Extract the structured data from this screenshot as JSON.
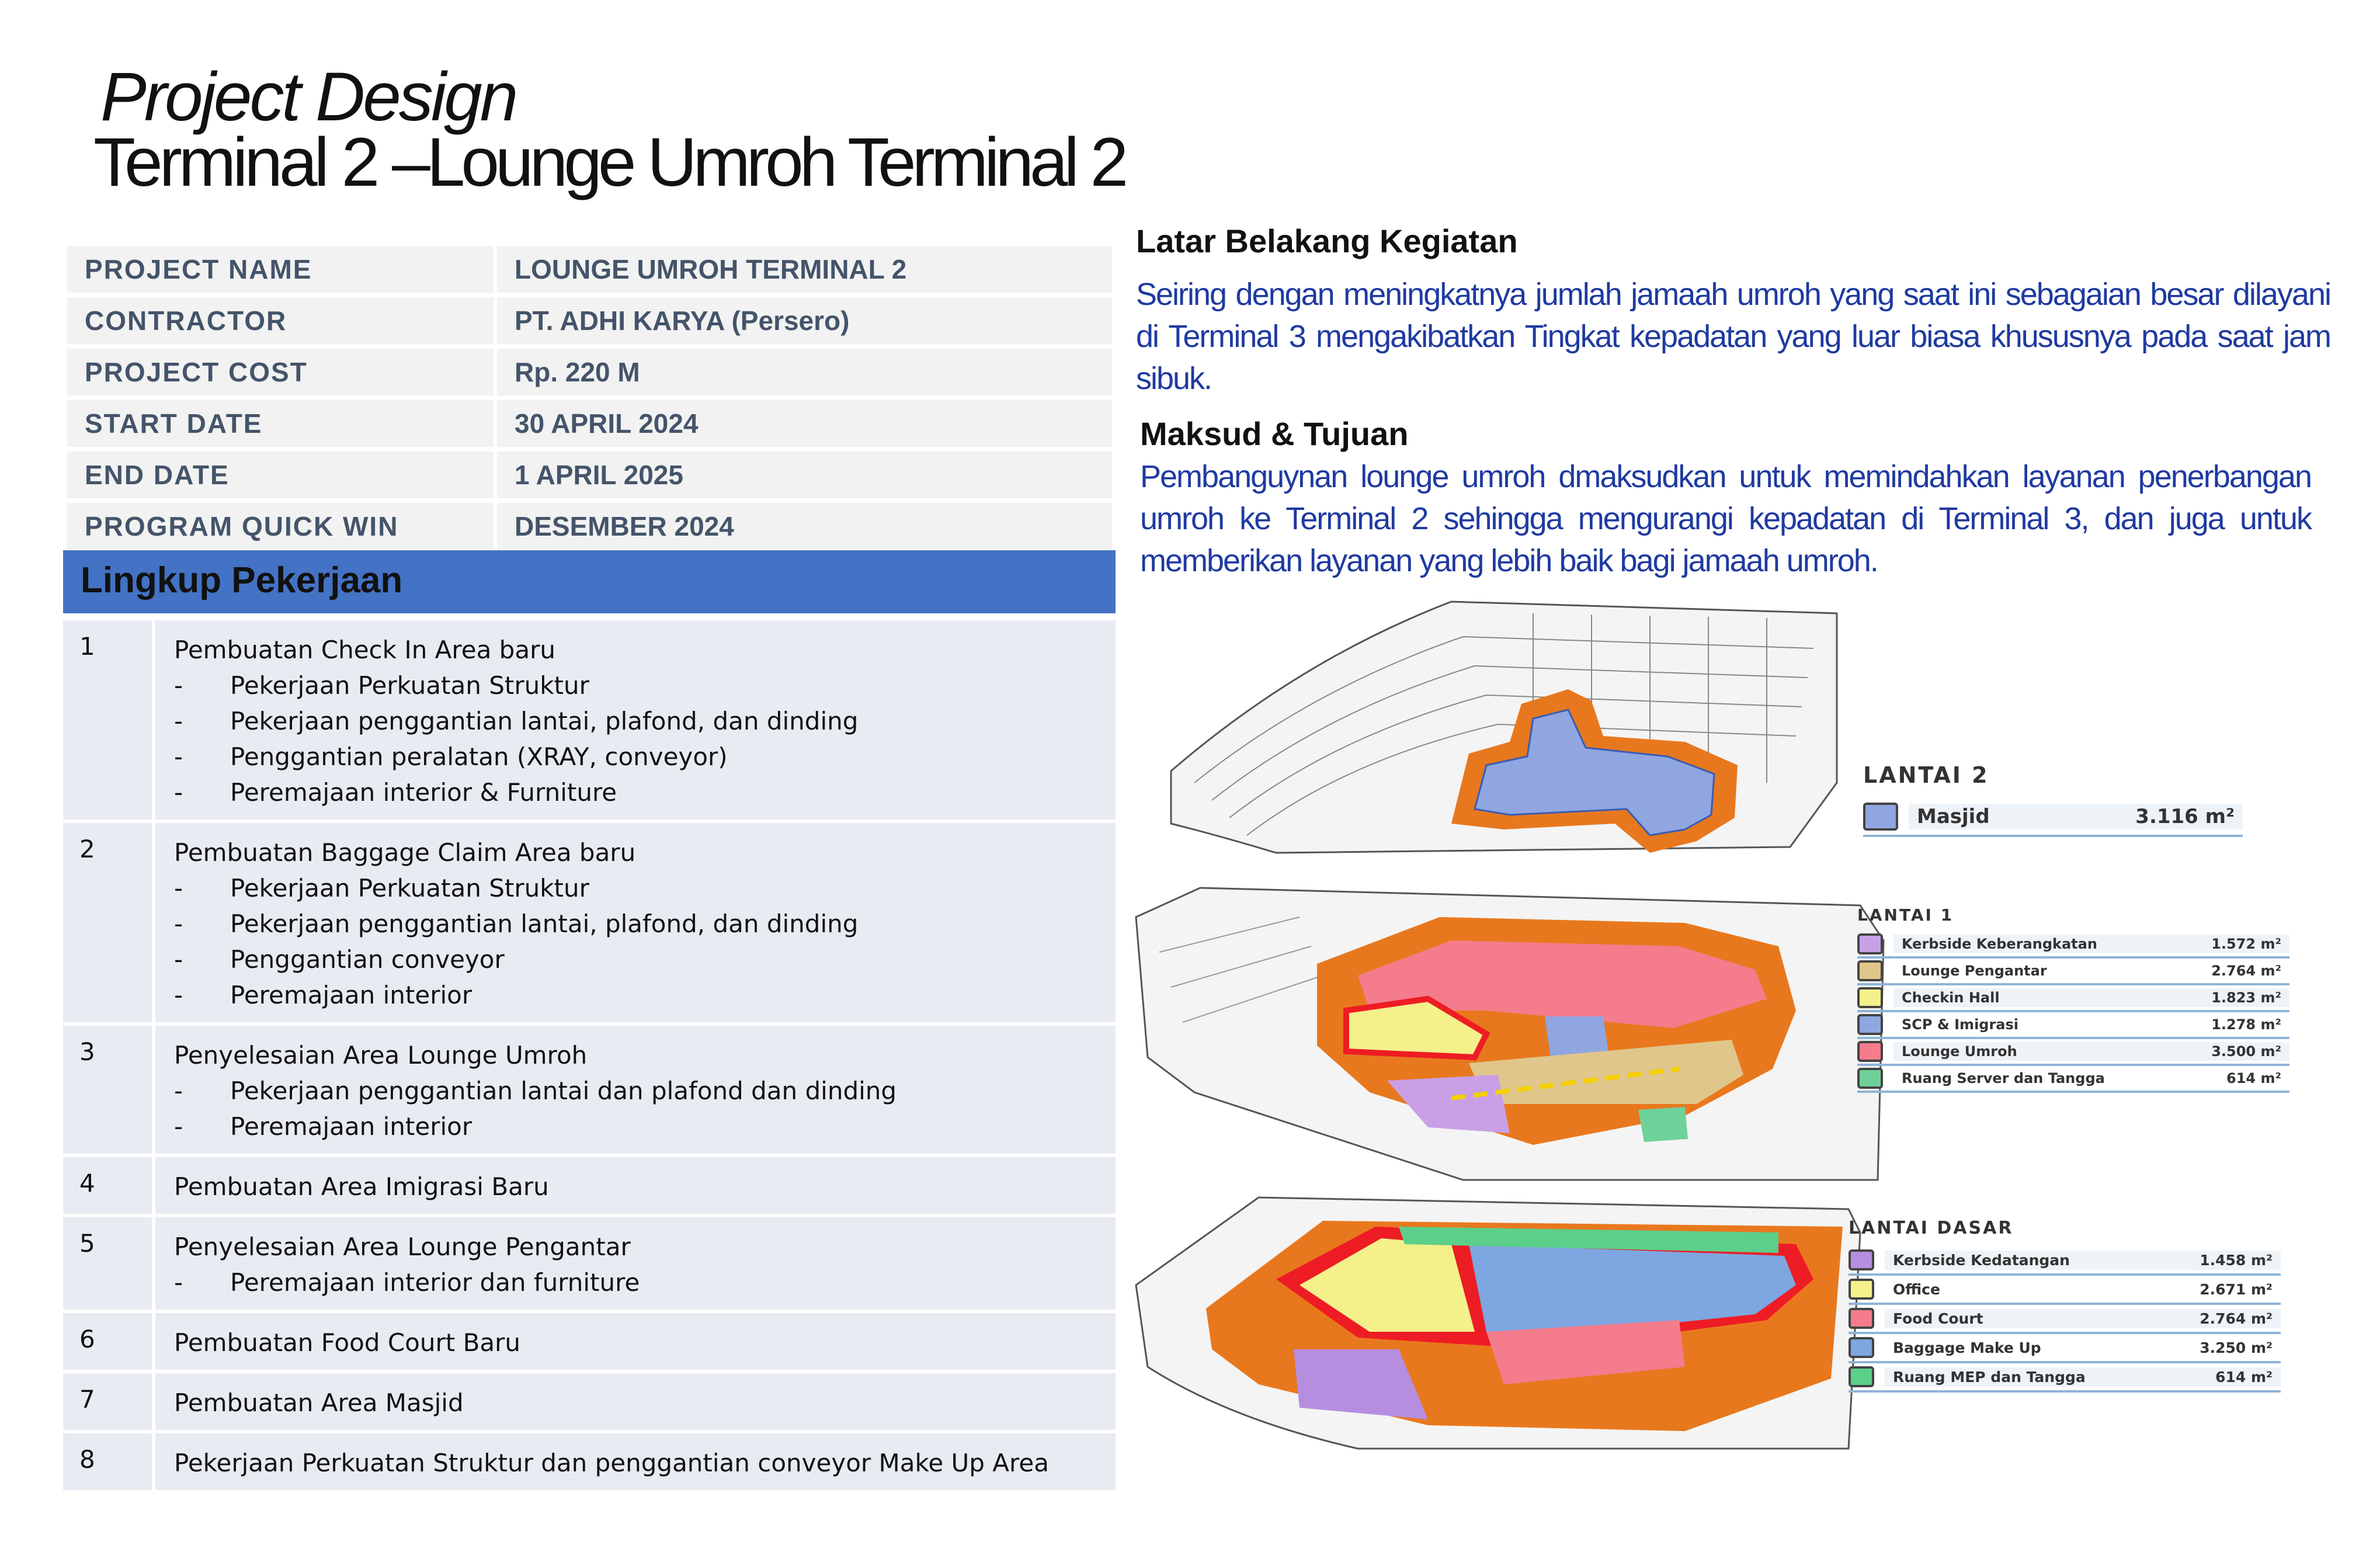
{
  "title": {
    "line1": "Project Design",
    "line2_prefix": "Terminal 2 –",
    "line2_main": "Lounge Umroh Terminal 2"
  },
  "info": [
    {
      "label": "PROJECT NAME",
      "value": "LOUNGE UMROH TERMINAL 2"
    },
    {
      "label": "CONTRACTOR",
      "value": "PT. ADHI KARYA (Persero)"
    },
    {
      "label": "PROJECT COST",
      "value": "Rp. 220 M"
    },
    {
      "label": "START DATE",
      "value": "30 APRIL 2024"
    },
    {
      "label": "END DATE",
      "value": "1 APRIL 2025"
    },
    {
      "label": "PROGRAM QUICK WIN",
      "value": "DESEMBER 2024"
    }
  ],
  "scope": {
    "heading": "Lingkup Pekerjaan",
    "items": [
      {
        "num": "1",
        "title": "Pembuatan Check In Area baru",
        "subs": [
          "Pekerjaan Perkuatan Struktur",
          "Pekerjaan penggantian lantai, plafond, dan dinding",
          "Penggantian peralatan (XRAY, conveyor)",
          "Peremajaan interior & Furniture"
        ]
      },
      {
        "num": "2",
        "title": "Pembuatan Baggage Claim Area baru",
        "subs": [
          "Pekerjaan Perkuatan Struktur",
          "Pekerjaan penggantian lantai, plafond, dan dinding",
          "Penggantian conveyor",
          "Peremajaan interior"
        ]
      },
      {
        "num": "3",
        "title": "Penyelesaian Area Lounge Umroh",
        "subs": [
          "Pekerjaan penggantian lantai dan plafond dan dinding",
          "Peremajaan interior"
        ]
      },
      {
        "num": "4",
        "title": "Pembuatan Area Imigrasi Baru",
        "subs": []
      },
      {
        "num": "5",
        "title": "Penyelesaian Area Lounge Pengantar",
        "subs": [
          "Peremajaan interior dan furniture"
        ]
      },
      {
        "num": "6",
        "title": "Pembuatan Food Court Baru",
        "subs": []
      },
      {
        "num": "7",
        "title": "Pembuatan Area Masjid",
        "subs": []
      },
      {
        "num": "8",
        "title": "Pekerjaan Perkuatan Struktur dan penggantian conveyor Make Up Area",
        "subs": []
      }
    ]
  },
  "latar": {
    "heading": "Latar Belakang Kegiatan",
    "text": "Seiring dengan meningkatnya jumlah jamaah umroh yang saat ini sebagaian besar dilayani di Terminal 3 mengakibatkan Tingkat kepadatan yang luar biasa khususnya pada saat jam sibuk."
  },
  "maksud": {
    "heading": "Maksud & Tujuan",
    "text": "Pembanguynan lounge umroh dmaksudkan untuk memindahkan layanan penerbangan umroh ke Terminal 2 sehingga mengurangi kepadatan di Terminal 3, dan juga untuk memberikan layanan yang lebih baik bagi jamaah umroh."
  },
  "legends": {
    "lantai2": {
      "title": "LANTAI 2",
      "rows": [
        {
          "name": "Masjid",
          "area": "3.116 m²",
          "color": "#8fa6e0"
        }
      ]
    },
    "lantai1": {
      "title": "LANTAI 1",
      "rows": [
        {
          "name": "Kerbside Keberangkatan",
          "area": "1.572 m²",
          "color": "#c9a0e6"
        },
        {
          "name": "Lounge Pengantar",
          "area": "2.764 m²",
          "color": "#e0c68a"
        },
        {
          "name": "Checkin Hall",
          "area": "1.823 m²",
          "color": "#f4f08a"
        },
        {
          "name": "SCP & Imigrasi",
          "area": "1.278 m²",
          "color": "#8fa6e0"
        },
        {
          "name": "Lounge Umroh",
          "area": "3.500 m²",
          "color": "#f47c8c"
        },
        {
          "name": "Ruang Server dan Tangga",
          "area": "614 m²",
          "color": "#6fd19a"
        }
      ]
    },
    "lantai_dasar": {
      "title": "LANTAI DASAR",
      "rows": [
        {
          "name": "Kerbside Kedatangan",
          "area": "1.458 m²",
          "color": "#b58ee0"
        },
        {
          "name": "Office",
          "area": "2.671 m²",
          "color": "#f4f08a"
        },
        {
          "name": "Food Court",
          "area": "2.764 m²",
          "color": "#f47c8c"
        },
        {
          "name": "Baggage Make Up",
          "area": "3.250 m²",
          "color": "#7ea6e0"
        },
        {
          "name": "Ruang MEP dan Tangga",
          "area": "614 m²",
          "color": "#5ccf8a"
        }
      ]
    }
  },
  "colors": {
    "header_blue": "#4472c4",
    "text_blue": "#1f3aa0",
    "orange": "#e8781e",
    "red": "#ee1c24"
  }
}
